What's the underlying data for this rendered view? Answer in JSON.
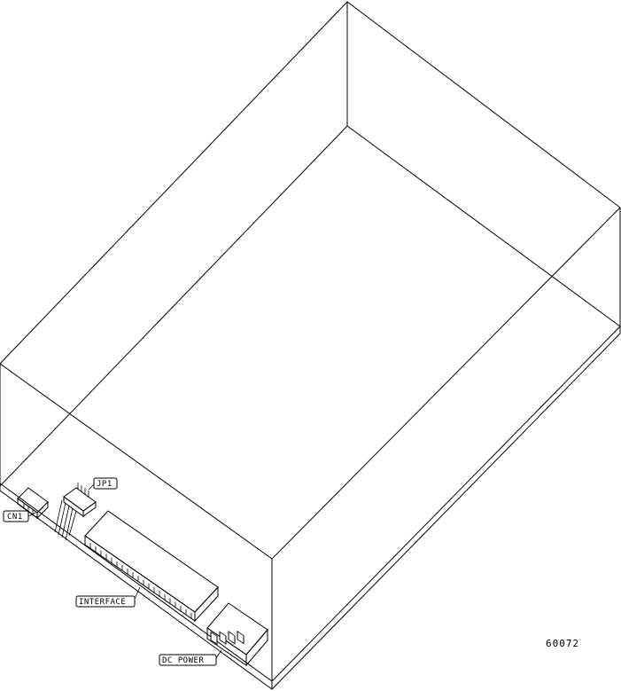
{
  "labels": {
    "cn1": "CN1",
    "jp1": "JP1",
    "interface": "INTERFACE",
    "dc_power": "DC POWER"
  },
  "figure_number": "60072"
}
